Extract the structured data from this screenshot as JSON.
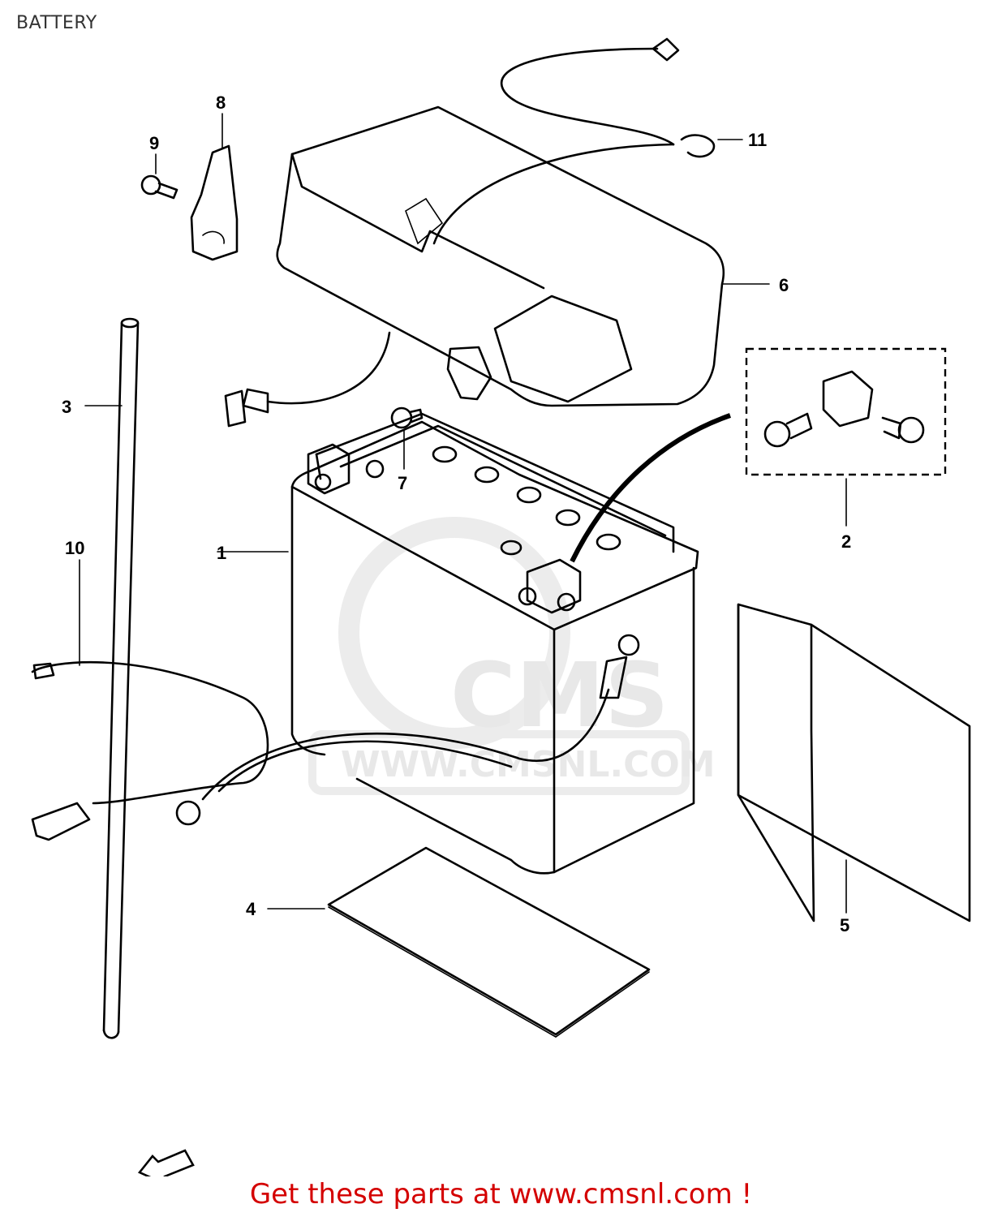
{
  "header": {
    "title": "BATTERY"
  },
  "callouts": [
    {
      "id": "1",
      "label": "1"
    },
    {
      "id": "2",
      "label": "2"
    },
    {
      "id": "3",
      "label": "3"
    },
    {
      "id": "4",
      "label": "4"
    },
    {
      "id": "5",
      "label": "5"
    },
    {
      "id": "6",
      "label": "6"
    },
    {
      "id": "7",
      "label": "7"
    },
    {
      "id": "8",
      "label": "8"
    },
    {
      "id": "9",
      "label": "9"
    },
    {
      "id": "10",
      "label": "10"
    },
    {
      "id": "11",
      "label": "11"
    }
  ],
  "watermark": {
    "text": "CMS",
    "url": "WWW.CMSNL.COM"
  },
  "footer": {
    "text": "Get these parts at www.cmsnl.com !"
  },
  "colors": {
    "footer_text": "#d40000",
    "line": "#000000",
    "watermark": "#e8e8e8"
  }
}
